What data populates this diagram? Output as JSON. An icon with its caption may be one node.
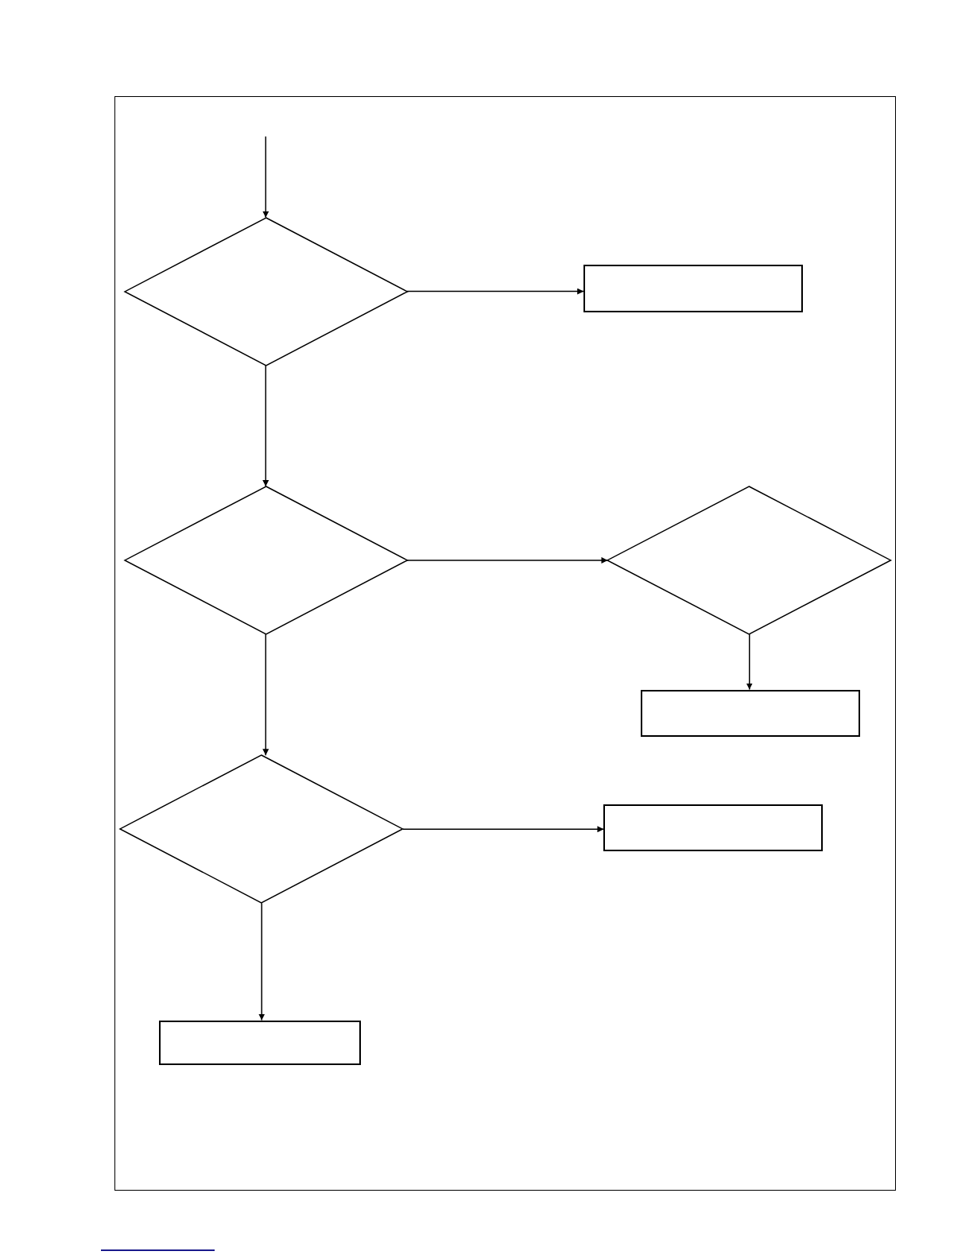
{
  "diagram": {
    "nodes": [
      {
        "text": [],
        "shape": "diamond"
      },
      {
        "text": [],
        "shape": "box"
      },
      {
        "text": [],
        "shape": "diamond"
      },
      {
        "text": [],
        "shape": "diamond"
      },
      {
        "text": [],
        "shape": "box"
      },
      {
        "text": [],
        "shape": "diamond"
      },
      {
        "text": [],
        "shape": "box"
      },
      {
        "text": [],
        "shape": "box"
      }
    ],
    "edges": [
      {
        "from": null,
        "to": 0,
        "arrow": "to"
      },
      {
        "from": 0,
        "to": 1,
        "arrow": "to"
      },
      {
        "from": 0,
        "to": 2,
        "arrow": "to"
      },
      {
        "from": 2,
        "to": 3,
        "arrow": "to"
      },
      {
        "from": 3,
        "to": 4,
        "arrow": "to"
      },
      {
        "from": 2,
        "to": 5,
        "arrow": "to"
      },
      {
        "from": 5,
        "to": 6,
        "arrow": "to"
      },
      {
        "from": 5,
        "to": 7,
        "arrow": "to"
      }
    ]
  }
}
